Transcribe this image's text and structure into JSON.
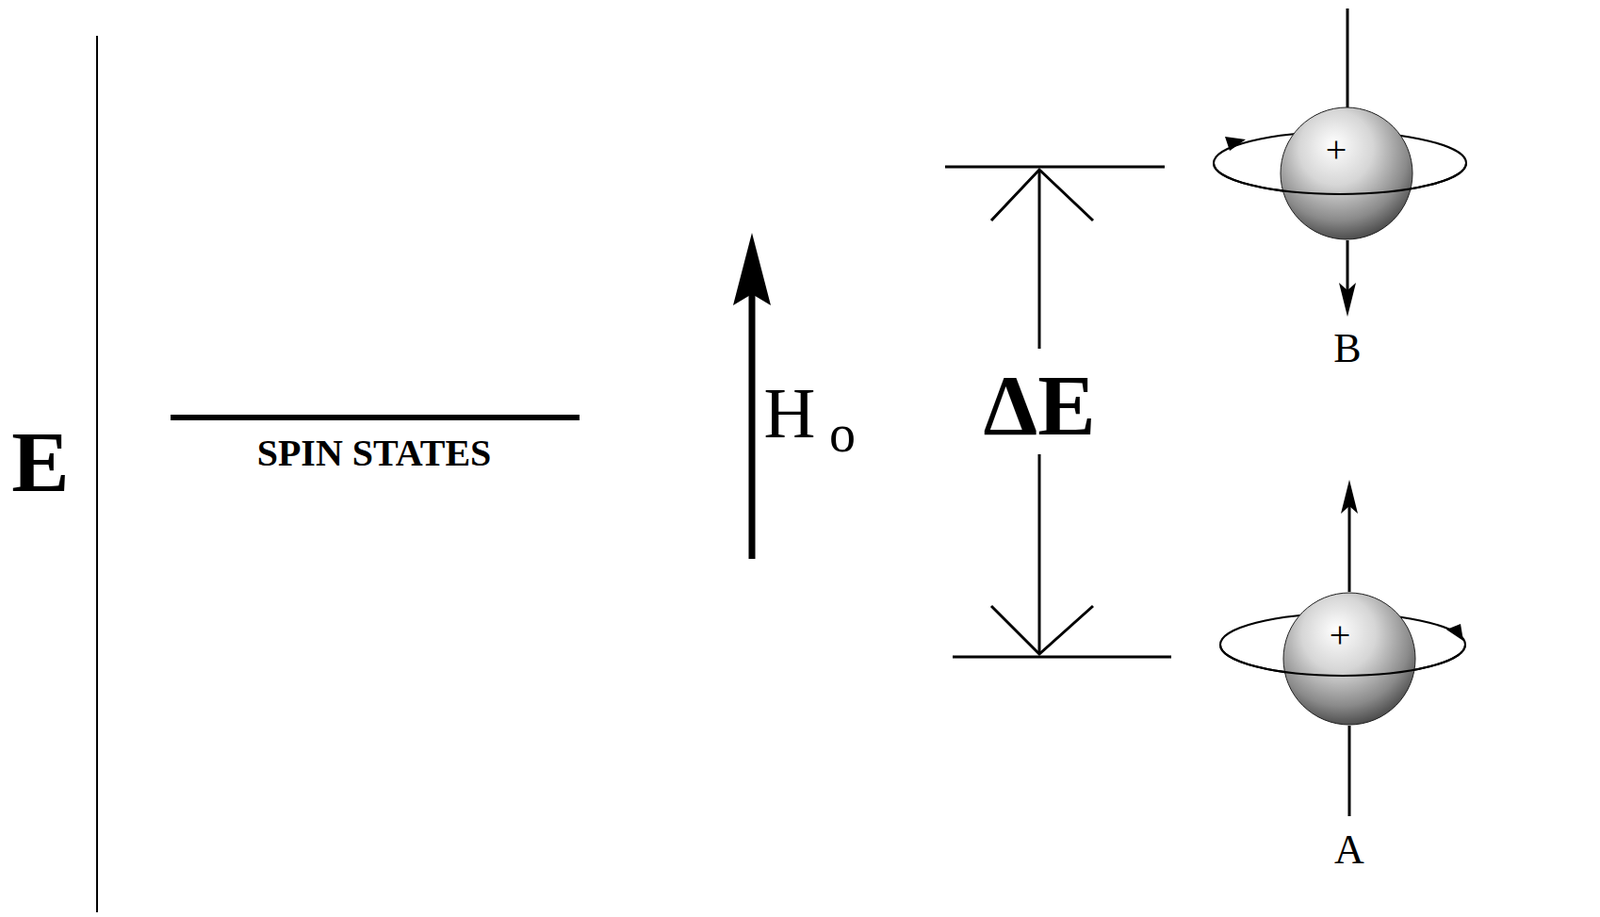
{
  "diagram": {
    "nodes": [
      {
        "text": [
          "+"
        ]
      },
      {
        "text": [
          "+"
        ]
      }
    ],
    "labels": [
      "E",
      "SPIN STATES",
      "H",
      "o",
      "ΔE",
      "B",
      "A"
    ]
  }
}
